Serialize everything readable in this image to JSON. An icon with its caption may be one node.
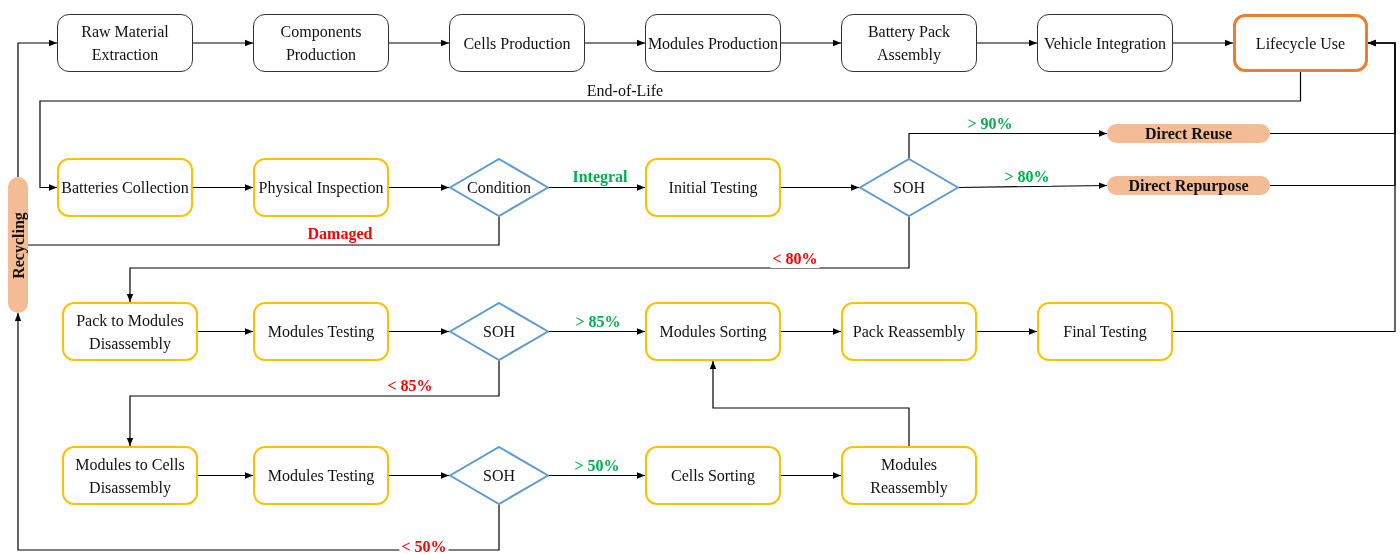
{
  "diagram": {
    "nodes": [
      {
        "text": [
          "Raw Material Extraction"
        ]
      },
      {
        "text": [
          "Components Production"
        ]
      },
      {
        "text": [
          "Cells Production"
        ]
      },
      {
        "text": [
          "Modules Production"
        ]
      },
      {
        "text": [
          "Battery Pack Assembly"
        ]
      },
      {
        "text": [
          "Vehicle Integration"
        ]
      },
      {
        "text": [
          "Lifecycle Use"
        ]
      },
      {
        "text": [
          "Recycling"
        ]
      },
      {
        "text": [
          "Batteries Collection"
        ]
      },
      {
        "text": [
          "Physical Inspection"
        ]
      },
      {
        "text": [
          "Condition"
        ]
      },
      {
        "text": [
          "Initial Testing"
        ]
      },
      {
        "text": [
          "SOH"
        ]
      },
      {
        "text": [
          "Direct Reuse"
        ]
      },
      {
        "text": [
          "Direct Repurpose"
        ]
      },
      {
        "text": [
          "Pack to Modules Disassembly"
        ]
      },
      {
        "text": [
          "Modules Testing"
        ]
      },
      {
        "text": [
          "SOH"
        ]
      },
      {
        "text": [
          "Modules Sorting"
        ]
      },
      {
        "text": [
          "Pack Reassembly"
        ]
      },
      {
        "text": [
          "Final Testing"
        ]
      },
      {
        "text": [
          "Modules to Cells Disassembly"
        ]
      },
      {
        "text": [
          "Modules Testing"
        ]
      },
      {
        "text": [
          "SOH"
        ]
      },
      {
        "text": [
          "Cells Sorting"
        ]
      },
      {
        "text": [
          "Modules Reassembly"
        ]
      }
    ],
    "edges": [
      {
        "from": 0,
        "to": 1,
        "arrow": "to"
      },
      {
        "from": 1,
        "to": 2,
        "arrow": "to"
      },
      {
        "from": 2,
        "to": 3,
        "arrow": "to"
      },
      {
        "from": 3,
        "to": 4,
        "arrow": "to"
      },
      {
        "from": 4,
        "to": 5,
        "arrow": "to"
      },
      {
        "from": 5,
        "to": 6,
        "arrow": "to"
      },
      {
        "from": 6,
        "to": 8,
        "arrow": "to",
        "label": "End-of-Life"
      },
      {
        "from": 7,
        "to": 0,
        "arrow": "to"
      },
      {
        "from": 8,
        "to": 9,
        "arrow": "to"
      },
      {
        "from": 9,
        "to": 10,
        "arrow": "to"
      },
      {
        "from": 10,
        "to": 11,
        "arrow": "to",
        "label": "Integral"
      },
      {
        "from": 10,
        "to": 7,
        "arrow": "none",
        "label": "Damaged"
      },
      {
        "from": 11,
        "to": 12,
        "arrow": "to"
      },
      {
        "from": 12,
        "to": 13,
        "arrow": "to",
        "label": "> 90%"
      },
      {
        "from": 12,
        "to": 14,
        "arrow": "to",
        "label": "> 80%"
      },
      {
        "from": 12,
        "to": 15,
        "arrow": "to",
        "label": "< 80%"
      },
      {
        "from": 13,
        "to": 6,
        "arrow": "to"
      },
      {
        "from": 14,
        "to": 6,
        "arrow": "to"
      },
      {
        "from": 15,
        "to": 16,
        "arrow": "to"
      },
      {
        "from": 16,
        "to": 17,
        "arrow": "to"
      },
      {
        "from": 17,
        "to": 18,
        "arrow": "to",
        "label": "> 85%"
      },
      {
        "from": 17,
        "to": 21,
        "arrow": "to",
        "label": "< 85%"
      },
      {
        "from": 18,
        "to": 19,
        "arrow": "to"
      },
      {
        "from": 19,
        "to": 20,
        "arrow": "to"
      },
      {
        "from": 20,
        "to": 6,
        "arrow": "to"
      },
      {
        "from": 21,
        "to": 22,
        "arrow": "to"
      },
      {
        "from": 22,
        "to": 23,
        "arrow": "to"
      },
      {
        "from": 23,
        "to": 24,
        "arrow": "to",
        "label": "> 50%"
      },
      {
        "from": 23,
        "to": 7,
        "arrow": "to",
        "label": "< 50%"
      },
      {
        "from": 24,
        "to": 25,
        "arrow": "to"
      },
      {
        "from": 25,
        "to": 18,
        "arrow": "to"
      }
    ]
  }
}
